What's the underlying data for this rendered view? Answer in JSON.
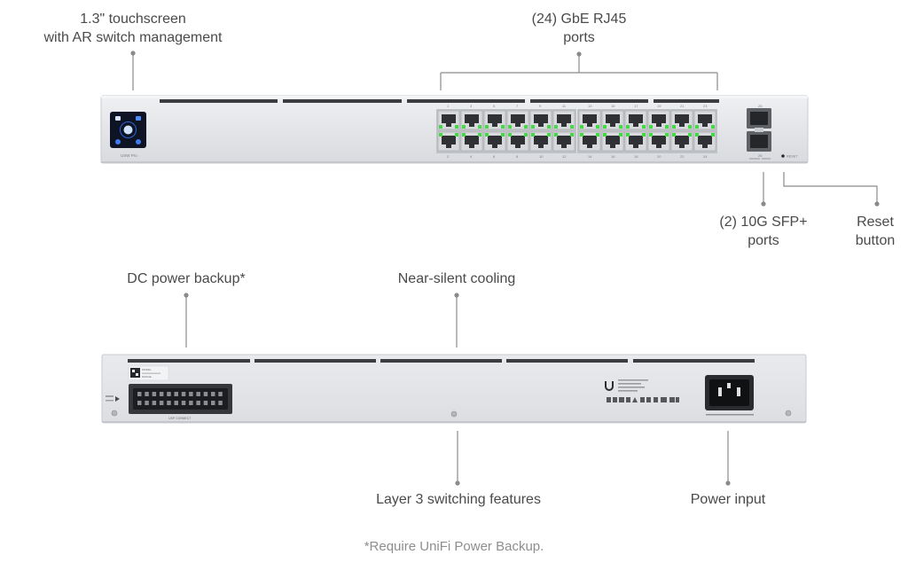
{
  "callouts": {
    "touchscreen": [
      "1.3\" touchscreen",
      "with AR switch management"
    ],
    "rj45_ports": [
      "(24) GbE RJ45",
      "ports"
    ],
    "sfp_ports": [
      "(2) 10G SFP+",
      "ports"
    ],
    "reset_button": [
      "Reset",
      "button"
    ],
    "dc_power": [
      "DC power backup*"
    ],
    "cooling": [
      "Near-silent cooling"
    ],
    "layer3": [
      "Layer 3 switching features"
    ],
    "power_input": [
      "Power input"
    ]
  },
  "front_panel": {
    "model_label": "USW Pro",
    "reset_label": "RESET",
    "port_numbers_top": [
      "1",
      "3",
      "5",
      "7",
      "9",
      "11",
      "13",
      "15",
      "17",
      "19",
      "21",
      "23"
    ],
    "port_numbers_bottom": [
      "2",
      "4",
      "6",
      "8",
      "10",
      "12",
      "14",
      "16",
      "18",
      "20",
      "22",
      "24"
    ]
  },
  "rear_panel": {
    "connector_label": "USP CONNECT",
    "sticker_lines": [
      "MODEL",
      "xxxxxxxxxxxxxx",
      "RANGE"
    ]
  },
  "footnote": "*Require UniFi Power Backup.",
  "colors": {
    "chassis": "#e4e5e8",
    "chassis_edge": "#cfd1d5",
    "port_led": "#43d943",
    "leader_line": "#8a8a8a",
    "text": "#4a4a4a"
  }
}
